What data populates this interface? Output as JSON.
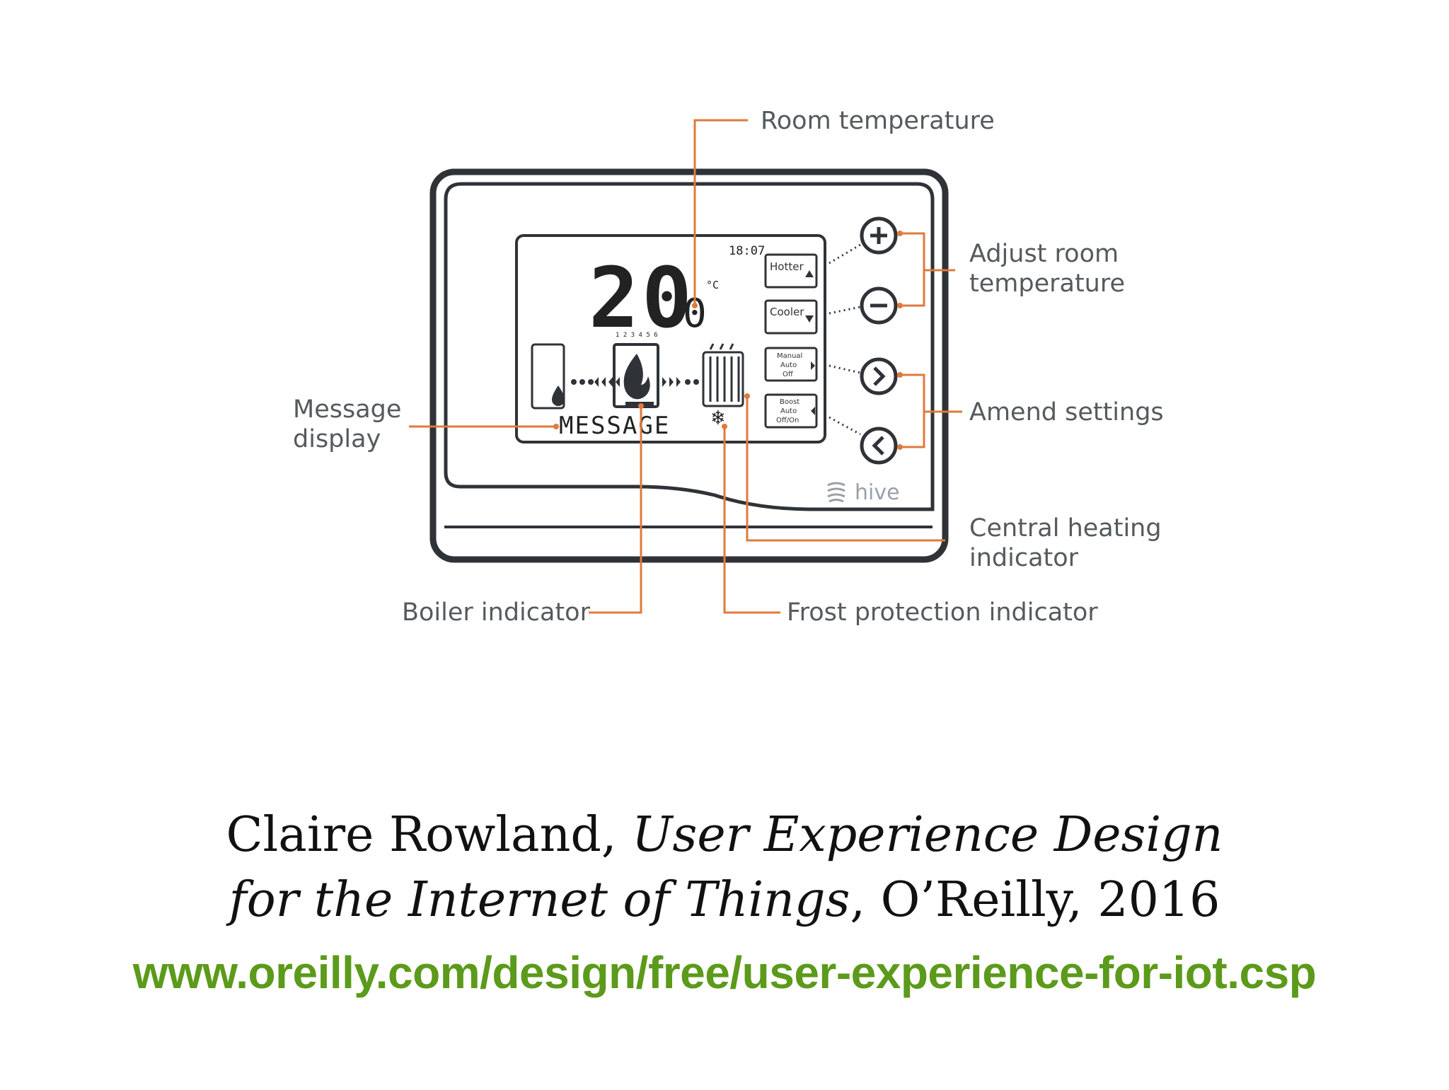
{
  "diagram": {
    "labels": {
      "room_temperature": "Room temperature",
      "adjust_room_line1": "Adjust room",
      "adjust_room_line2": "temperature",
      "amend_settings": "Amend settings",
      "message_display_line1": "Message",
      "message_display_line2": "display",
      "central_heating_line1": "Central heating",
      "central_heating_line2": "indicator",
      "boiler_indicator": "Boiler indicator",
      "frost_protection": "Frost protection indicator"
    },
    "device": {
      "temperature_main": "20",
      "temperature_decimal": "0",
      "unit": "°C",
      "clock": "18:07",
      "day_numbers": "1 2 3 4 5 6",
      "message_text": "MESSAGE",
      "brand": "hive",
      "buttons": [
        {
          "icon": "plus-icon",
          "label": "Hotter"
        },
        {
          "icon": "minus-icon",
          "label": "Cooler"
        },
        {
          "icon": "chevron-right-icon",
          "label_lines": [
            "Manual",
            "Auto",
            "Off"
          ]
        },
        {
          "icon": "chevron-left-icon",
          "label_lines": [
            "Boost",
            "Auto",
            "Off/On"
          ]
        }
      ]
    },
    "colors": {
      "callout": "#e07a3c",
      "device_outline": "#2f3338",
      "label_text": "#555a5e"
    }
  },
  "caption": {
    "author": "Claire Rowland, ",
    "title_part1": "User Experience Design",
    "title_part2": "for the Internet of Things",
    "publisher_year": ", O’Reilly, 2016",
    "url": "www.oreilly.com/design/free/user-experience-for-iot.csp"
  }
}
